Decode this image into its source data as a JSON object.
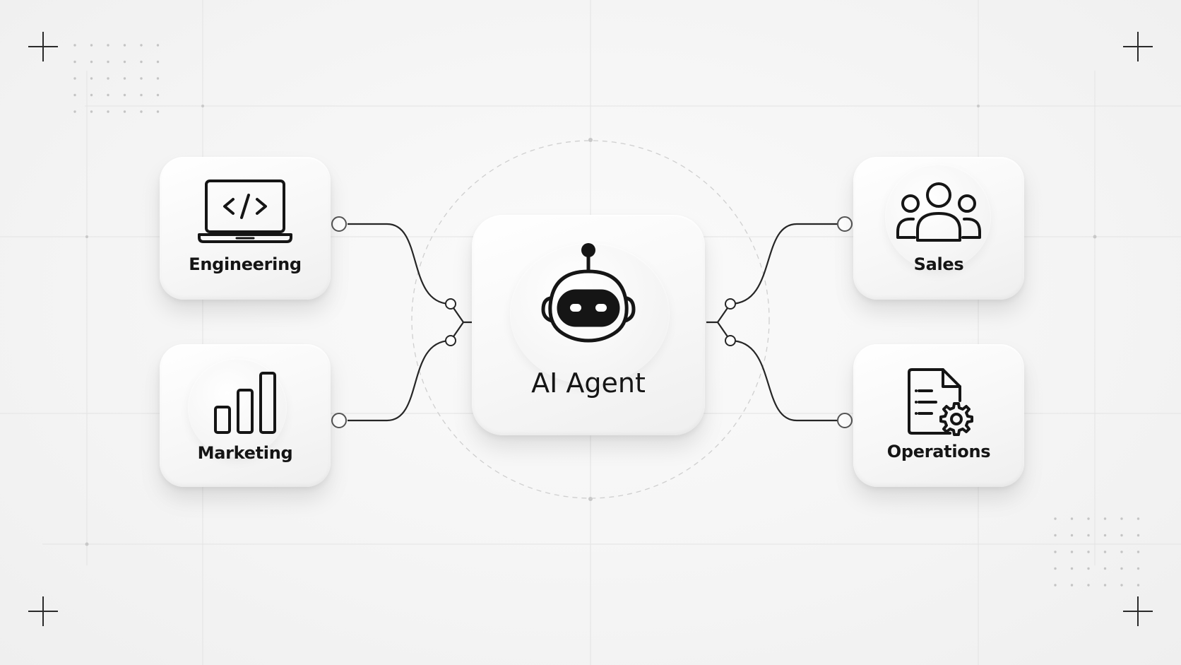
{
  "diagram": {
    "center": {
      "label": "AI Agent",
      "icon": "robot-icon"
    },
    "nodes": [
      {
        "id": "engineering",
        "label": "Engineering",
        "icon": "laptop-code-icon",
        "side": "left"
      },
      {
        "id": "marketing",
        "label": "Marketing",
        "icon": "bar-chart-icon",
        "side": "left"
      },
      {
        "id": "sales",
        "label": "Sales",
        "icon": "team-icon",
        "side": "right"
      },
      {
        "id": "operations",
        "label": "Operations",
        "icon": "document-gear-icon",
        "side": "right"
      }
    ]
  },
  "colors": {
    "background": "#f4f4f4",
    "card": "#fafafa",
    "stroke": "#1a1a1a",
    "connector": "#2a2a2a",
    "grid": "#e2e2e2"
  }
}
